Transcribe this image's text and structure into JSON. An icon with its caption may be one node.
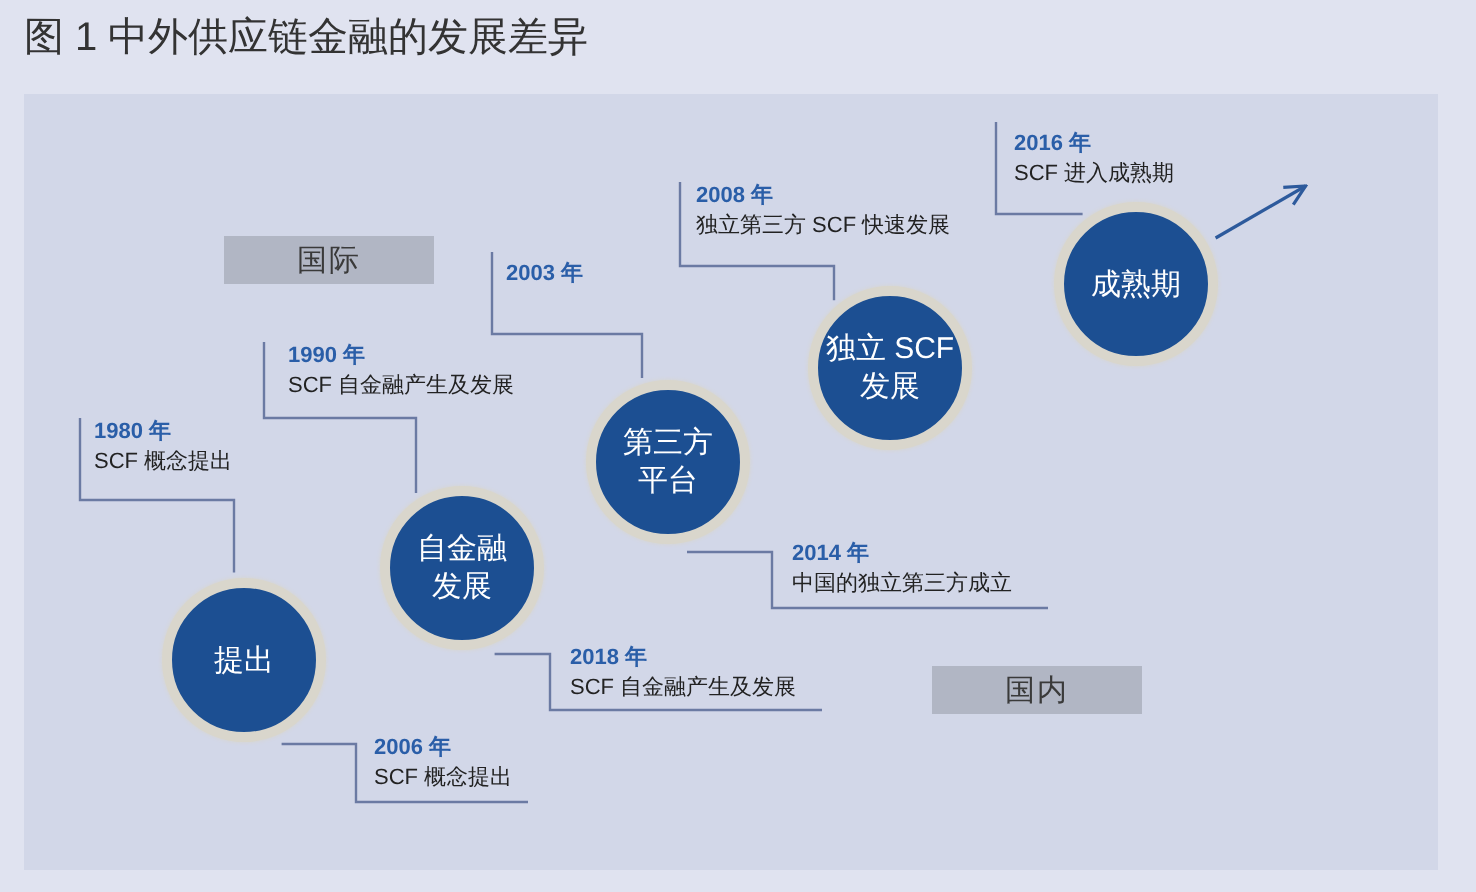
{
  "diagram": {
    "title": "图 1 中外供应链金融的发展差异",
    "nodes": [
      {
        "text": [
          "国际"
        ]
      },
      {
        "text": [
          "1980 年",
          "SCF 概念提出"
        ]
      },
      {
        "text": [
          "1990 年",
          "SCF 自金融产生及发展"
        ]
      },
      {
        "text": [
          "2003 年"
        ]
      },
      {
        "text": [
          "2008 年",
          "独立第三方 SCF 快速发展"
        ]
      },
      {
        "text": [
          "2016 年",
          "SCF 进入成熟期"
        ]
      },
      {
        "text": [
          "提出"
        ]
      },
      {
        "text": [
          "自金融发展"
        ]
      },
      {
        "text": [
          "第三方平台"
        ]
      },
      {
        "text": [
          "独立 SCF发展"
        ]
      },
      {
        "text": [
          "成熟期"
        ]
      },
      {
        "text": [
          "2006 年",
          "SCF 概念提出"
        ]
      },
      {
        "text": [
          "2018 年",
          "SCF 自金融产生及发展"
        ]
      },
      {
        "text": [
          "2014 年",
          "中国的独立第三方成立"
        ]
      },
      {
        "text": [
          "国内"
        ]
      }
    ],
    "edges": [
      {
        "from": 1,
        "to": 6,
        "arrow": "none"
      },
      {
        "from": 2,
        "to": 7,
        "arrow": "none"
      },
      {
        "from": 3,
        "to": 8,
        "arrow": "none"
      },
      {
        "from": 4,
        "to": 9,
        "arrow": "none"
      },
      {
        "from": 5,
        "to": 10,
        "arrow": "none"
      },
      {
        "from": 11,
        "to": 6,
        "arrow": "none"
      },
      {
        "from": 12,
        "to": 7,
        "arrow": "none"
      },
      {
        "from": 13,
        "to": 8,
        "arrow": "none"
      },
      {
        "from": 10,
        "to": null,
        "arrow": "to",
        "color": "#2d5a9c"
      }
    ]
  }
}
